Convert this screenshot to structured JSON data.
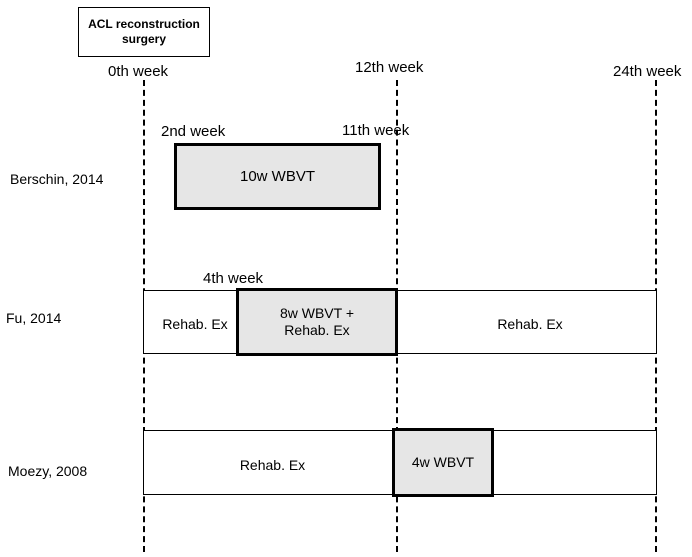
{
  "header": {
    "title": "ACL reconstruction\nsurgery"
  },
  "timeline": {
    "week0": "0th week",
    "week12": "12th week",
    "week24": "24th week"
  },
  "studies": [
    {
      "name": "Berschin, 2014",
      "start_label": "2nd week",
      "end_label": "11th week",
      "intervention": "10w WBVT"
    },
    {
      "name": "Fu, 2014",
      "start_label": "4th week",
      "rehab_before": "Rehab. Ex",
      "intervention": "8w WBVT +\nRehab. Ex",
      "rehab_after": "Rehab. Ex"
    },
    {
      "name": "Moezy, 2008",
      "rehab_before": "Rehab. Ex",
      "intervention": "4w WBVT"
    }
  ]
}
